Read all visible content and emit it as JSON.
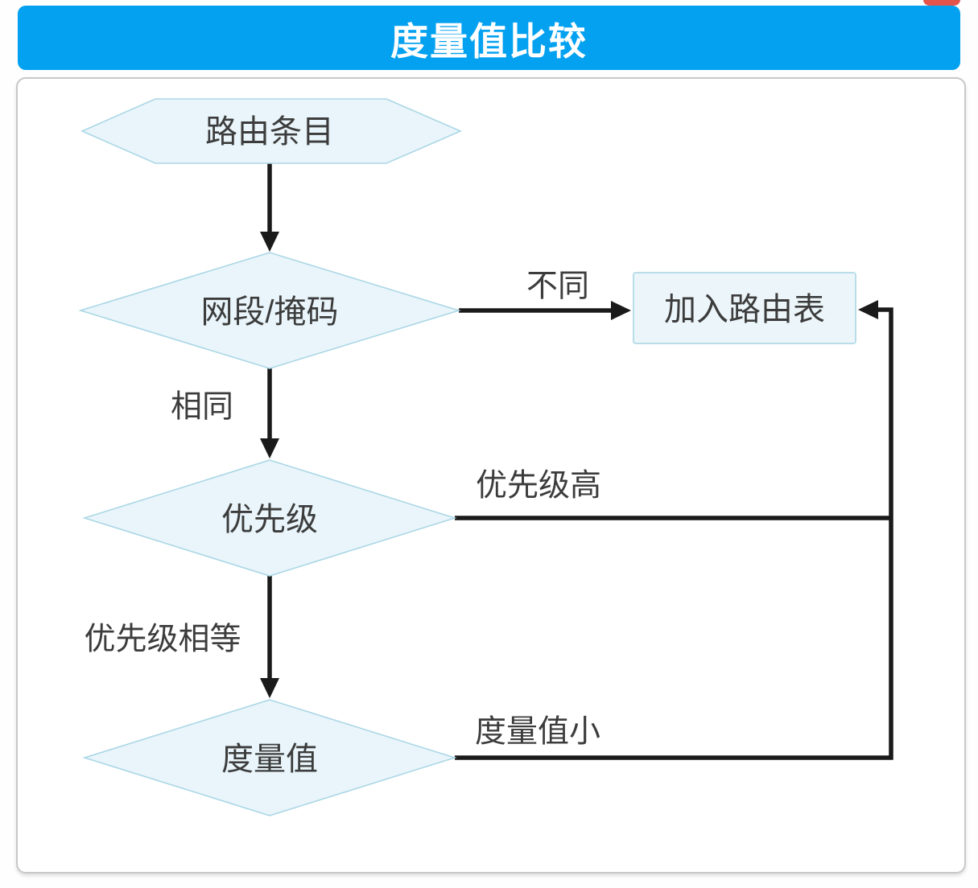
{
  "title": "度量值比较",
  "nodes": {
    "start": {
      "label": "路由条目",
      "shape": "hexagon"
    },
    "mask": {
      "label": "网段/掩码",
      "shape": "diamond"
    },
    "priority": {
      "label": "优先级",
      "shape": "diamond"
    },
    "metric": {
      "label": "度量值",
      "shape": "diamond"
    },
    "add": {
      "label": "加入路由表",
      "shape": "rectangle"
    }
  },
  "edges": {
    "different": {
      "label": "不同",
      "from": "mask",
      "to": "add"
    },
    "same": {
      "label": "相同",
      "from": "mask",
      "to": "priority"
    },
    "priority_high": {
      "label": "优先级高",
      "from": "priority",
      "to": "add"
    },
    "priority_equal": {
      "label": "优先级相等",
      "from": "priority",
      "to": "metric"
    },
    "metric_small": {
      "label": "度量值小",
      "from": "metric",
      "to": "add"
    }
  },
  "colors": {
    "title_bar": "#03a1f0",
    "title_text": "#ffffff",
    "node_fill": "#e9f5fa",
    "node_border": "#abd7e6",
    "rect_fill": "#ecf6fa",
    "rect_border": "#b9dde9",
    "connector": "#1a1a1a",
    "label_text": "#3c3c3c",
    "container_border": "#c8c8c8",
    "red_fragment": "#e4544b"
  }
}
